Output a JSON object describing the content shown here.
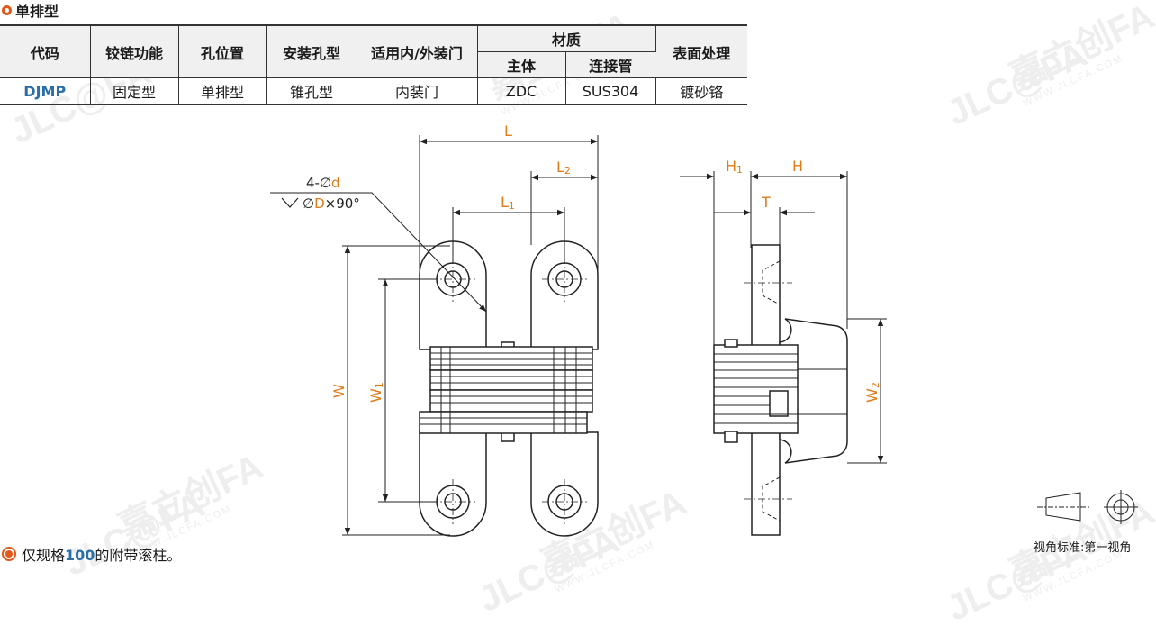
{
  "section_title": "单排型",
  "table": {
    "headers": {
      "code": "代码",
      "hinge_function": "铰链功能",
      "hole_position": "孔位置",
      "mount_hole_type": "安装孔型",
      "door_type": "适用内/外装门",
      "material": "材质",
      "material_body": "主体",
      "material_connector": "连接管",
      "surface": "表面处理"
    },
    "row": {
      "code": "DJMP",
      "hinge_function": "固定型",
      "hole_position": "单排型",
      "mount_hole_type": "锥孔型",
      "door_type": "内装门",
      "material_body": "ZDC",
      "material_connector": "SUS304",
      "surface": "镀砂铬"
    }
  },
  "drawing": {
    "L": "L",
    "L1": "L",
    "L1_sub": "1",
    "L2": "L",
    "L2_sub": "2",
    "W": "W",
    "W1": "W",
    "W1_sub": "1",
    "W2": "W",
    "W2_sub": "2",
    "H": "H",
    "H1": "H",
    "H1_sub": "1",
    "T": "T",
    "hole_prefix": "4-∅",
    "hole_d": "d",
    "cs_prefix": "∅",
    "cs_D": "D",
    "cs_angle": "×90°"
  },
  "note": {
    "prefix": "仅规格",
    "size": "100",
    "suffix": "的附带滚柱。"
  },
  "view_standard": "视角标准:第一视角",
  "watermark": {
    "logo": "嘉立创FA",
    "url": "WWW.JLCFA.COM",
    "jlc": "JLC@FA"
  }
}
